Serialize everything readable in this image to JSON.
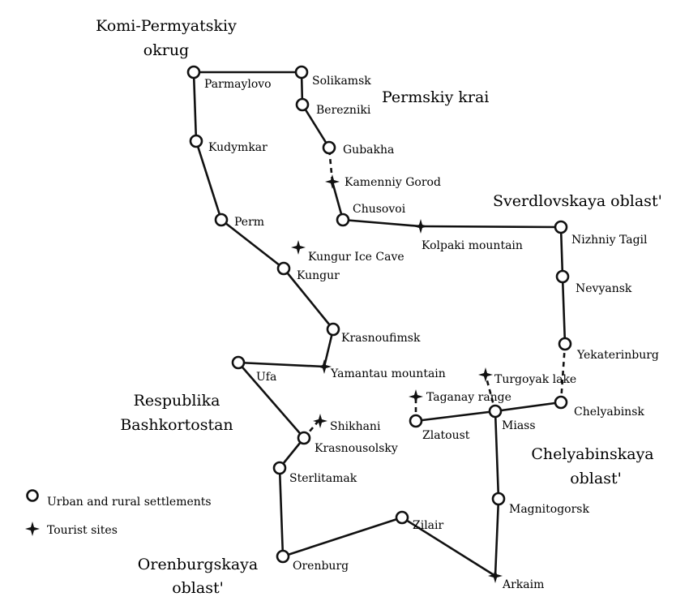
{
  "regions": {
    "komi_line1": "Komi-Permyatskiy",
    "komi_line2": "okrug",
    "perm": "Permskiy krai",
    "sverdlovsk": "Sverdlovskaya oblast'",
    "bashkortostan_line1": "Respublika",
    "bashkortostan_line2": "Bashkortostan",
    "chelyabinsk_line1": "Chelyabinskaya",
    "chelyabinsk_line2": "oblast'",
    "orenburg_line1": "Orenburgskaya",
    "orenburg_line2": "oblast'"
  },
  "places": {
    "parmaylovo": "Parmaylovo",
    "solikamsk": "Solikamsk",
    "berezniki": "Berezniki",
    "kudymkar": "Kudymkar",
    "gubakha": "Gubakha",
    "kamenniy_gorod": "Kamenniy Gorod",
    "chusovoi": "Chusovoi",
    "perm": "Perm",
    "kolpaki_mountain": "Kolpaki mountain",
    "nizhniy_tagil": "Nizhniy Tagil",
    "kungur_ice_cave": "Kungur Ice Cave",
    "kungur": "Kungur",
    "nevyansk": "Nevyansk",
    "krasnoufimsk": "Krasnoufimsk",
    "yekaterinburg": "Yekaterinburg",
    "ufa": "Ufa",
    "yamantau_mountain": "Yamantau mountain",
    "turgoyak_lake": "Turgoyak lake",
    "taganay_range": "Taganay range",
    "chelyabinsk": "Chelyabinsk",
    "shikhani": "Shikhani",
    "zlatoust": "Zlatoust",
    "miass": "Miass",
    "krasnousolsky": "Krasnousolsky",
    "sterlitamak": "Sterlitamak",
    "magnitogorsk": "Magnitogorsk",
    "zilair": "Zilair",
    "orenburg": "Orenburg",
    "arkaim": "Arkaim"
  },
  "legend": {
    "settlements": "Urban and rural settlements",
    "tourist_sites": "Tourist sites"
  },
  "icons": {
    "settlement": "circle-marker",
    "tourist_site": "four-point-star"
  },
  "colors": {
    "ink": "#111111",
    "background": "#ffffff"
  }
}
